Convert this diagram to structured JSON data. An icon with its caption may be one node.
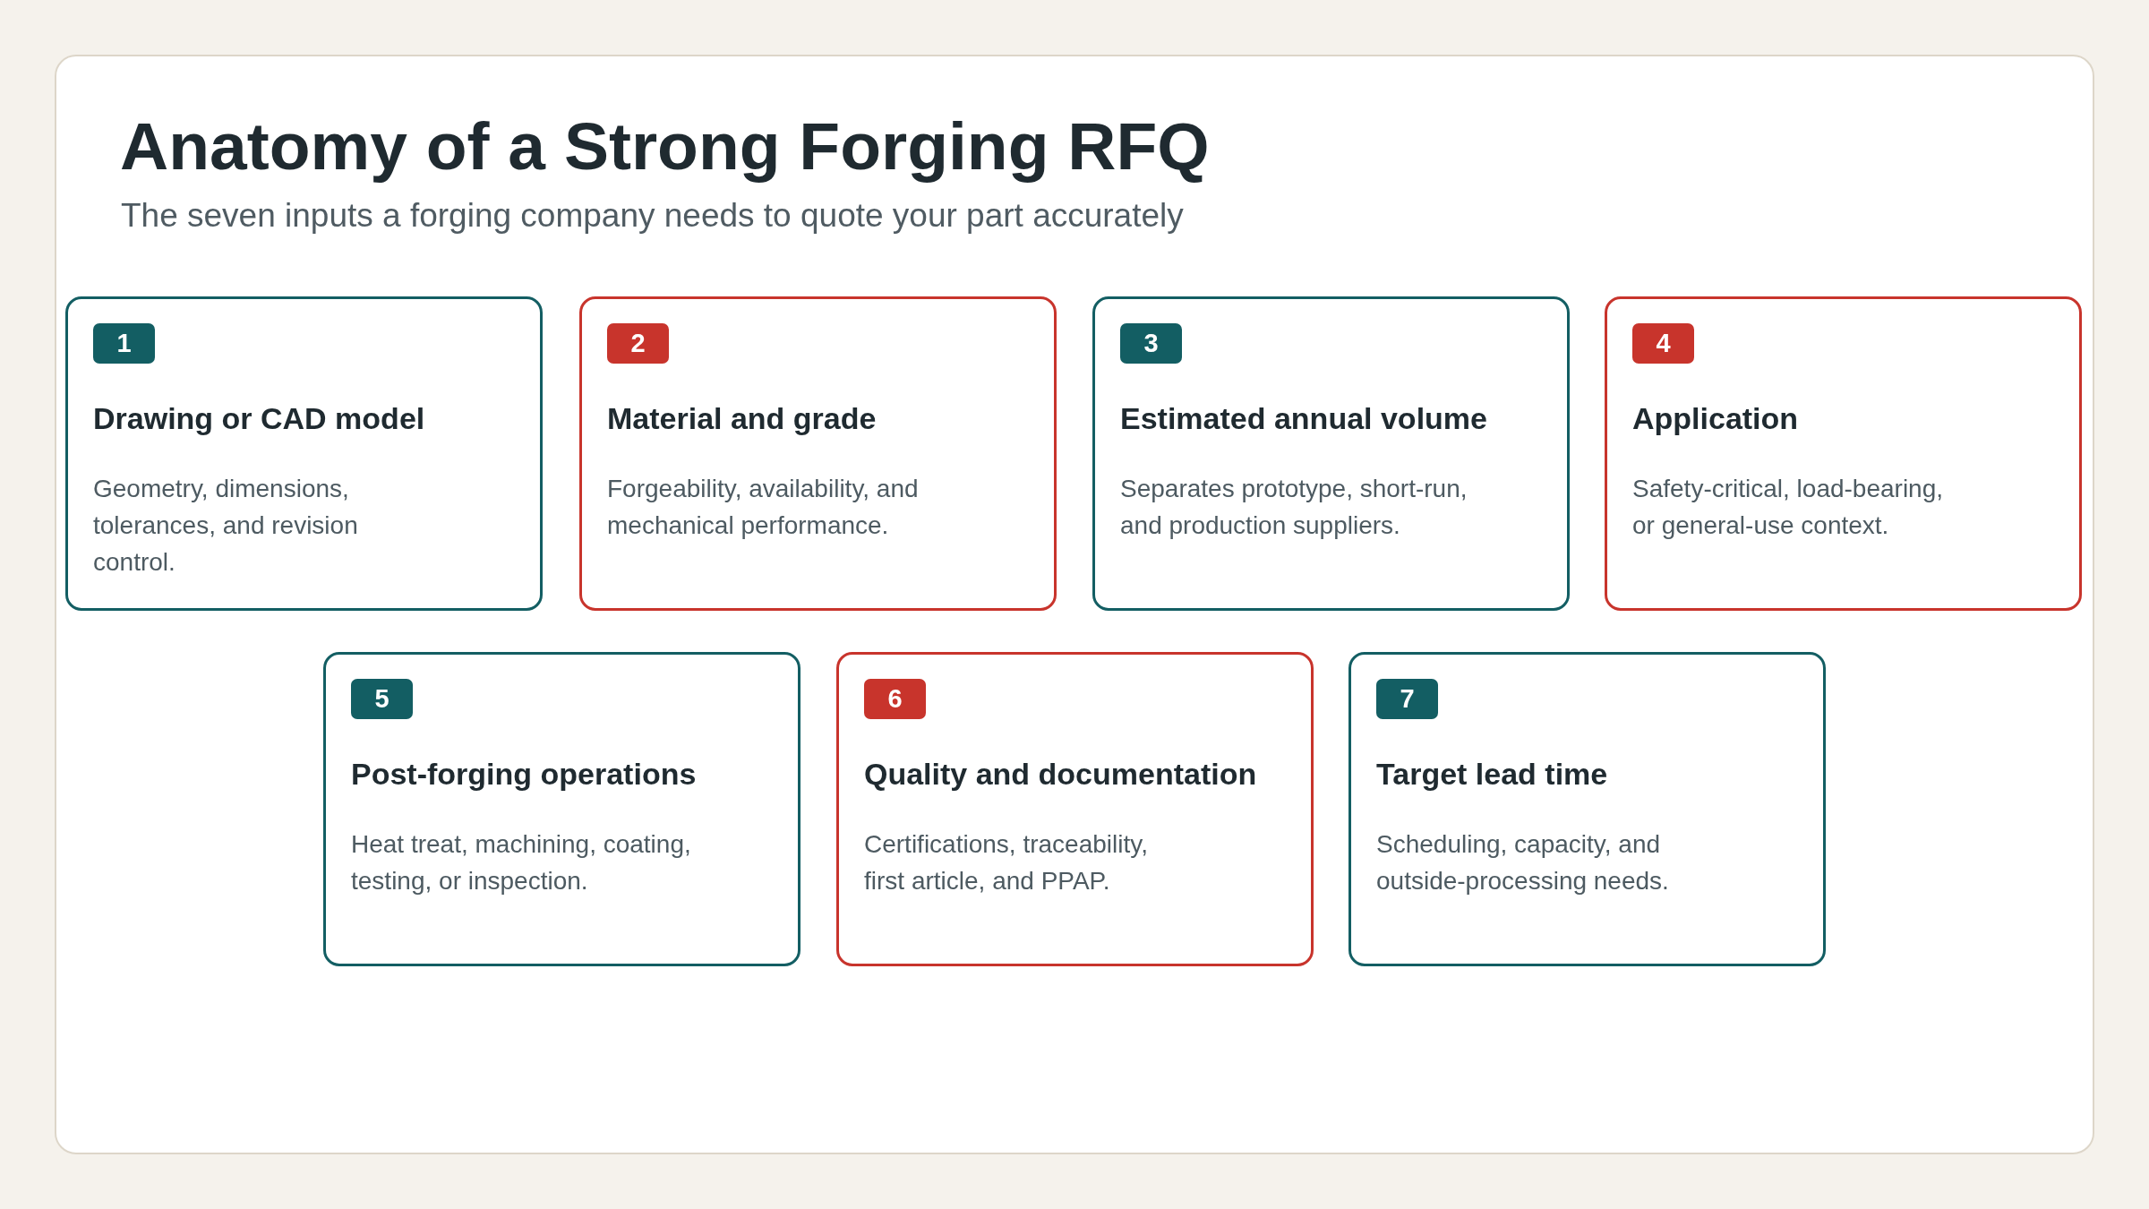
{
  "diagram": {
    "title": "Anatomy of a Strong Forging RFQ",
    "labels": [
      "The seven inputs a forging company needs to quote your part accurately"
    ],
    "nodes": [
      {
        "text": [
          "Drawing or CAD model",
          "Geometry, dimensions, tolerances, and revision control."
        ]
      },
      {
        "text": [
          "1"
        ],
        "in": 0
      },
      {
        "text": [
          "Material and grade",
          "Forgeability, availability, and mechanical performance."
        ]
      },
      {
        "text": [
          "2"
        ],
        "in": 2
      },
      {
        "text": [
          "Estimated annual volume",
          "Separates prototype, short-run, and production suppliers."
        ]
      },
      {
        "text": [
          "3"
        ],
        "in": 4
      },
      {
        "text": [
          "Application",
          "Safety-critical, load-bearing, or general-use context."
        ]
      },
      {
        "text": [
          "4"
        ],
        "in": 6
      },
      {
        "text": [
          "Post-forging operations",
          "Heat treat, machining, coating, testing, or inspection."
        ]
      },
      {
        "text": [
          "5"
        ],
        "in": 8
      },
      {
        "text": [
          "Quality and documentation",
          "Certifications, traceability, first article, and PPAP."
        ]
      },
      {
        "text": [
          "6"
        ],
        "in": 10
      },
      {
        "text": [
          "Target lead time",
          "Scheduling, capacity, and outside-processing needs."
        ]
      },
      {
        "text": [
          "7"
        ],
        "in": 12
      }
    ]
  }
}
